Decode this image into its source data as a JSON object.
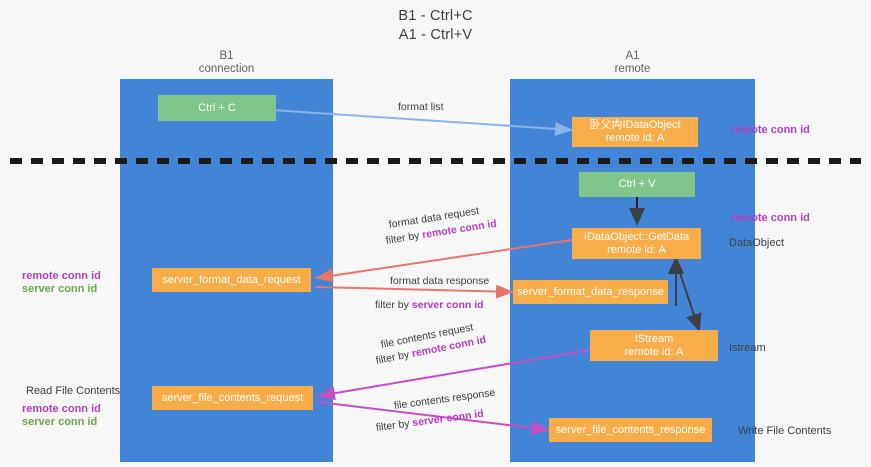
{
  "title": {
    "line1": "B1 - Ctrl+C",
    "line2": "A1 - Ctrl+V"
  },
  "columns": [
    {
      "name": "B1",
      "sub": "connection"
    },
    {
      "name": "A1",
      "sub": "remote"
    }
  ],
  "colors": {
    "lane": "#4285d6",
    "green_box": "#7fc68a",
    "orange_box": "#f9ad49",
    "remote_conn_id": "#b23fbe",
    "server_conn_id": "#6aa84f",
    "arrow_blue": "#8ab4e8",
    "arrow_red": "#e8756a",
    "arrow_magenta": "#c64fc6",
    "arrow_dark": "#3c4043",
    "divider": "#1a1a1a",
    "background": "#f7f7f7"
  },
  "nodes": {
    "ctrl_c": {
      "label": "Ctrl + C"
    },
    "idataobject": {
      "line1": "卧⽗⽱IDataObject",
      "line2": "remote id: A"
    },
    "ctrl_v": {
      "label": "Ctrl + V"
    },
    "getdata": {
      "line1": "IDataObject::GetData",
      "line2": "remote id: A"
    },
    "istream": {
      "line1": "IStream",
      "line2": "remote id: A"
    },
    "server_format_data_request": {
      "label": "server_format_data_request"
    },
    "server_format_data_response": {
      "label": "server_format_data_response"
    },
    "server_file_contents_request": {
      "label": "server_file_contents_request"
    },
    "server_file_contents_response": {
      "label": "server_file_contents_response"
    }
  },
  "edge_labels": {
    "format_list": {
      "text": "format list"
    },
    "format_data_request": {
      "text": "format data request",
      "filter_prefix": "filter by ",
      "filter_key": "remote conn id"
    },
    "format_data_response": {
      "text": "format data response",
      "filter_prefix": "filter by ",
      "filter_key": "server conn id"
    },
    "file_contents_request": {
      "text": "file contents request",
      "filter_prefix": "filter by ",
      "filter_key": "remote conn id"
    },
    "file_contents_response": {
      "text": "file contents response",
      "filter_prefix": "filter by ",
      "filter_key": "server conn id"
    }
  },
  "side_labels": {
    "right_top_remote_conn": "remote conn id",
    "right_mid_remote_conn": "remote conn id",
    "right_dataobject": "DataObject",
    "right_istream": "Istream",
    "right_write_file": "Write File Contents",
    "left_remote_conn_1": "remote conn id",
    "left_server_conn_1": "server conn id",
    "left_read_file": "Read File Contents",
    "left_remote_conn_2": "remote conn id",
    "left_server_conn_2": "server conn id"
  }
}
